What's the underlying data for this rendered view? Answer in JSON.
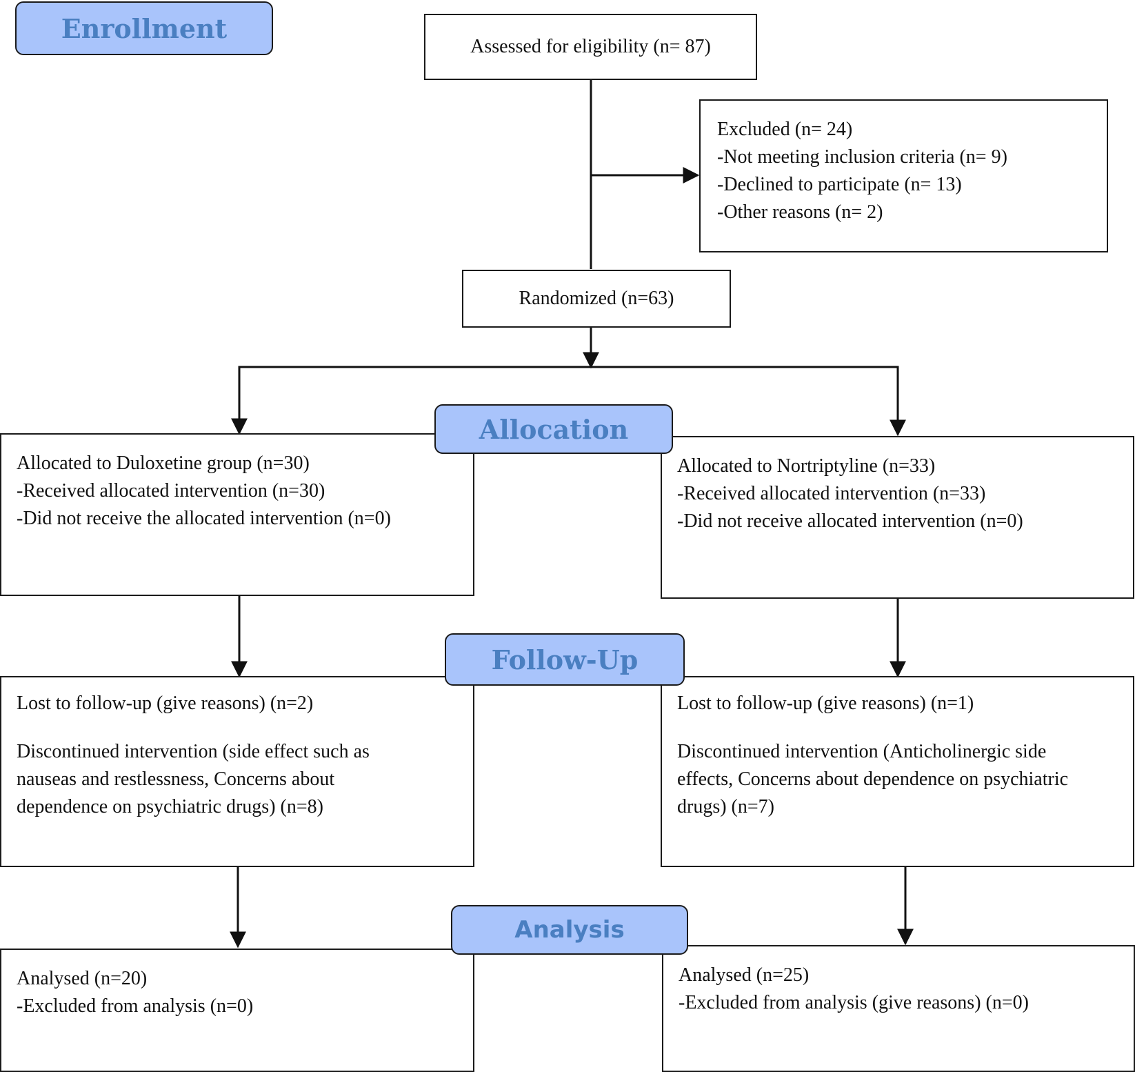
{
  "phases": {
    "enrollment": "Enrollment",
    "allocation": "Allocation",
    "follow_up": "Follow-Up",
    "analysis": "Analysis"
  },
  "boxes": {
    "assessed": {
      "lines": [
        "Assessed for eligibility (n= 87)"
      ]
    },
    "excluded": {
      "lines": [
        "Excluded (n= 24)",
        "-Not meeting inclusion criteria (n= 9)",
        "-Declined to participate (n= 13)",
        "-Other reasons (n= 2)"
      ]
    },
    "randomized": {
      "lines": [
        "Randomized (n=63)"
      ]
    },
    "alloc_duloxetine": {
      "lines": [
        "Allocated to Duloxetine group (n=30)",
        "-Received allocated intervention (n=30)",
        "-Did not receive the allocated intervention (n=0)"
      ]
    },
    "alloc_nortriptyline": {
      "lines": [
        "Allocated to Nortriptyline (n=33)",
        "-Received allocated intervention (n=33)",
        "-Did not receive allocated intervention (n=0)"
      ]
    },
    "followup_duloxetine": {
      "lost": "Lost to follow-up (give reasons) (n=2)",
      "discontinued": [
        "Discontinued intervention (side effect such as",
        "nauseas and restlessness, Concerns about",
        "dependence on psychiatric drugs) (n=8)"
      ]
    },
    "followup_nortriptyline": {
      "lost": "Lost to follow-up (give reasons) (n=1)",
      "discontinued": [
        "Discontinued intervention (Anticholinergic side",
        "effects, Concerns about dependence on psychiatric",
        "drugs) (n=7)"
      ]
    },
    "analysis_duloxetine": {
      "lines": [
        "Analysed (n=20)",
        "-Excluded from analysis (n=0)"
      ]
    },
    "analysis_nortriptyline": {
      "lines": [
        "Analysed (n=25)",
        "-Excluded from analysis (give reasons) (n=0)"
      ]
    }
  }
}
